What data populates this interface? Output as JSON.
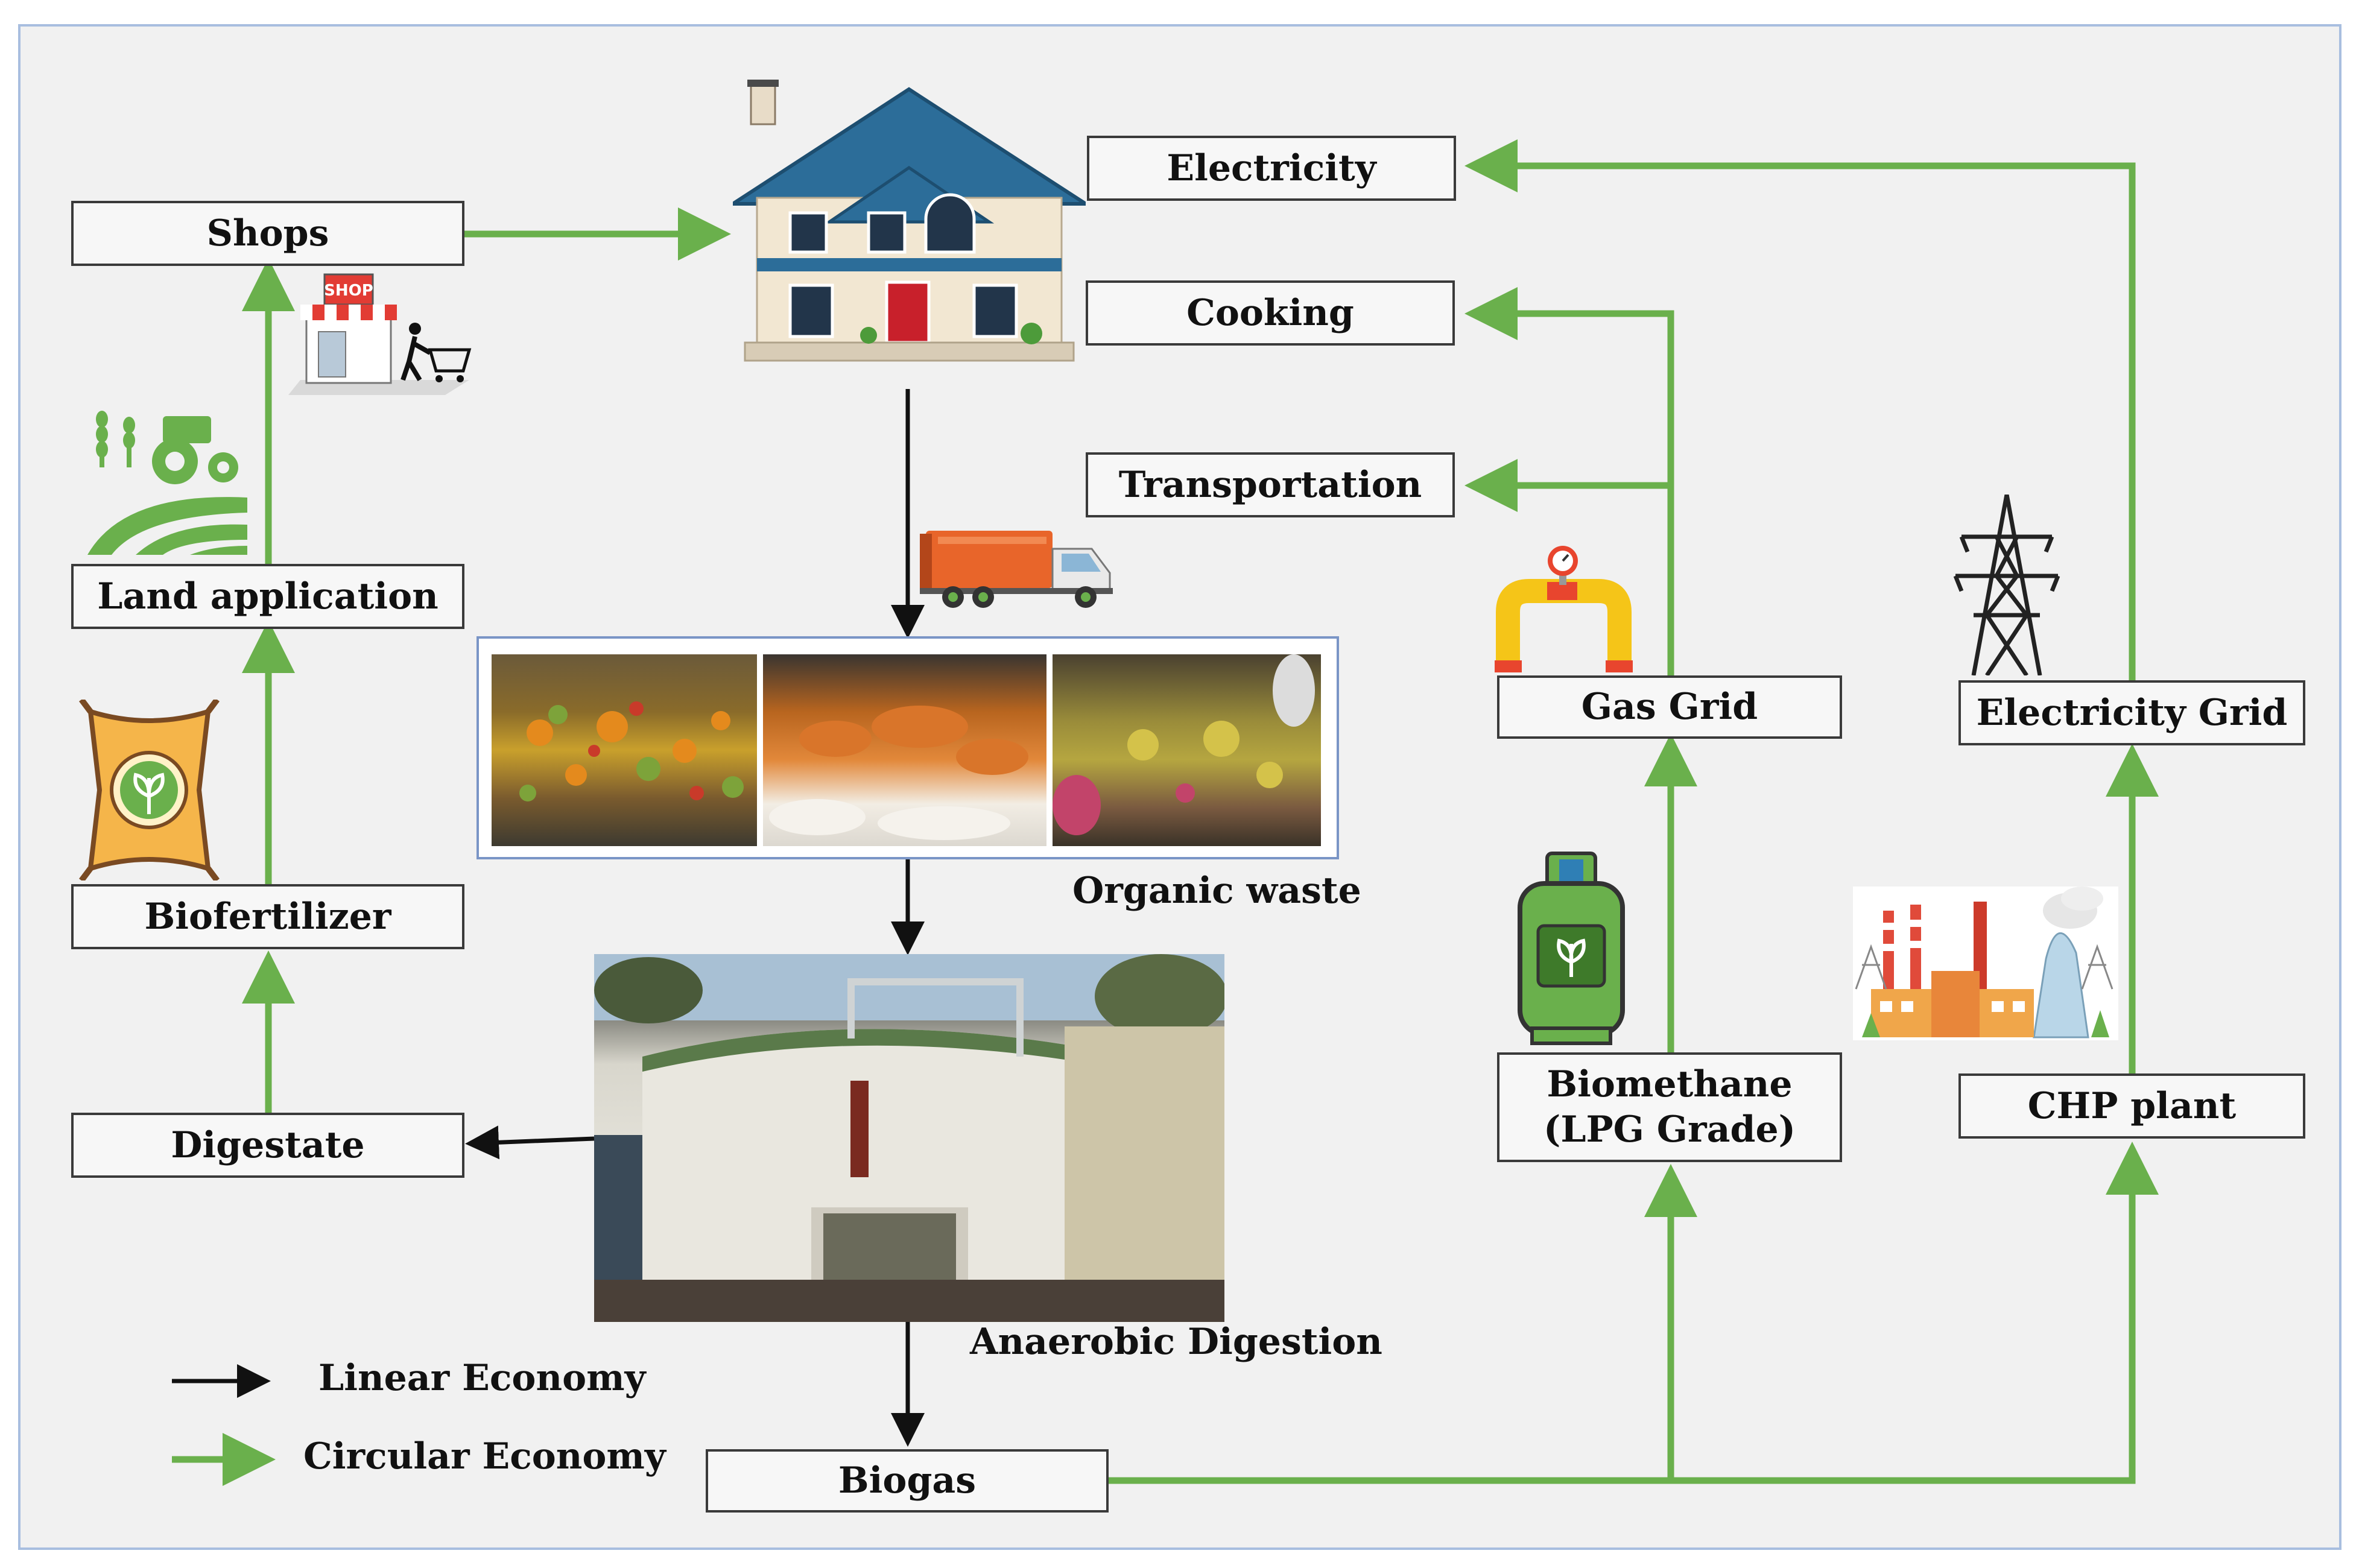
{
  "nodes": {
    "shops": "Shops",
    "land_application": "Land application",
    "biofertilizer": "Biofertilizer",
    "digestate": "Digestate",
    "electricity": "Electricity",
    "cooking": "Cooking",
    "transportation": "Transportation",
    "gas_grid": "Gas Grid",
    "electricity_grid": "Electricity Grid",
    "biomethane_line1": "Biomethane",
    "biomethane_line2": "(LPG Grade)",
    "chp_plant": "CHP plant",
    "biogas": "Biogas"
  },
  "captions": {
    "organic_waste": "Organic waste",
    "anaerobic_digestion": "Anaerobic Digestion"
  },
  "legend": {
    "linear": "Linear Economy",
    "circular": "Circular Economy"
  },
  "icons": {
    "shop_sign": "SHOP"
  },
  "colors": {
    "circular": "#6ab04c",
    "linear": "#111111"
  }
}
